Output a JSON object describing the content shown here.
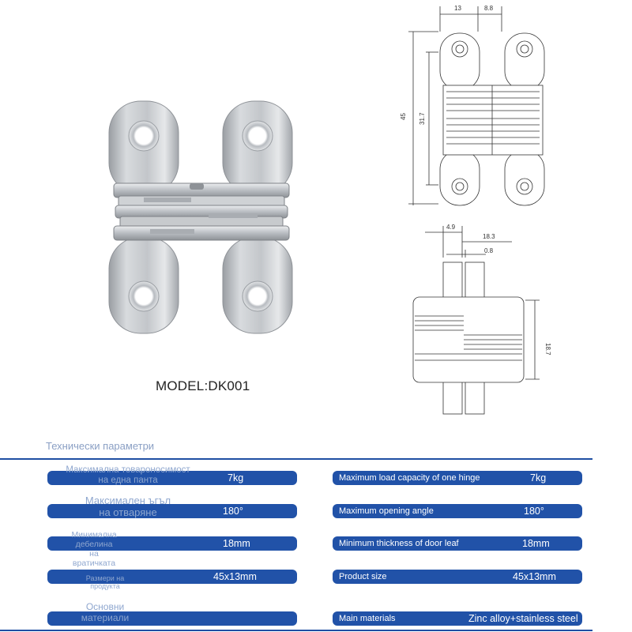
{
  "model": {
    "label": "MODEL:DK001"
  },
  "drawing_front": {
    "dim_width_1": "13",
    "dim_width_2": "8.8",
    "dim_height_total": "45",
    "dim_height_inner": "31.7"
  },
  "drawing_side": {
    "dim_4_9": "4.9",
    "dim_18_3": "18.3",
    "dim_0_8": "0.8",
    "dim_18_7": "18.7"
  },
  "section": {
    "title": "Технически параметри"
  },
  "params_bg": [
    {
      "label_lines": [
        "Максимална товароносимост",
        "на една панта"
      ],
      "value": "7kg"
    },
    {
      "label_lines": [
        "Максимален ъгъл",
        "на отваряне"
      ],
      "value": "180°"
    },
    {
      "label_lines": [
        "Минимална",
        "дебелина",
        "на",
        "вратичката"
      ],
      "value": "18mm"
    },
    {
      "label_lines": [
        "Размери на",
        "продукта"
      ],
      "value": "45x13mm"
    },
    {
      "label_lines": [
        "Основни",
        "материали"
      ],
      "value": ""
    }
  ],
  "params_en": [
    {
      "label": "Maximum load capacity of one hinge",
      "value": "7kg"
    },
    {
      "label": "Maximum opening angle",
      "value": "180°"
    },
    {
      "label": "Minimum thickness of door leaf",
      "value": "18mm"
    },
    {
      "label": "Product size",
      "value": "45x13mm"
    },
    {
      "label": "Main materials",
      "value": "Zinc alloy+stainless steel"
    }
  ]
}
